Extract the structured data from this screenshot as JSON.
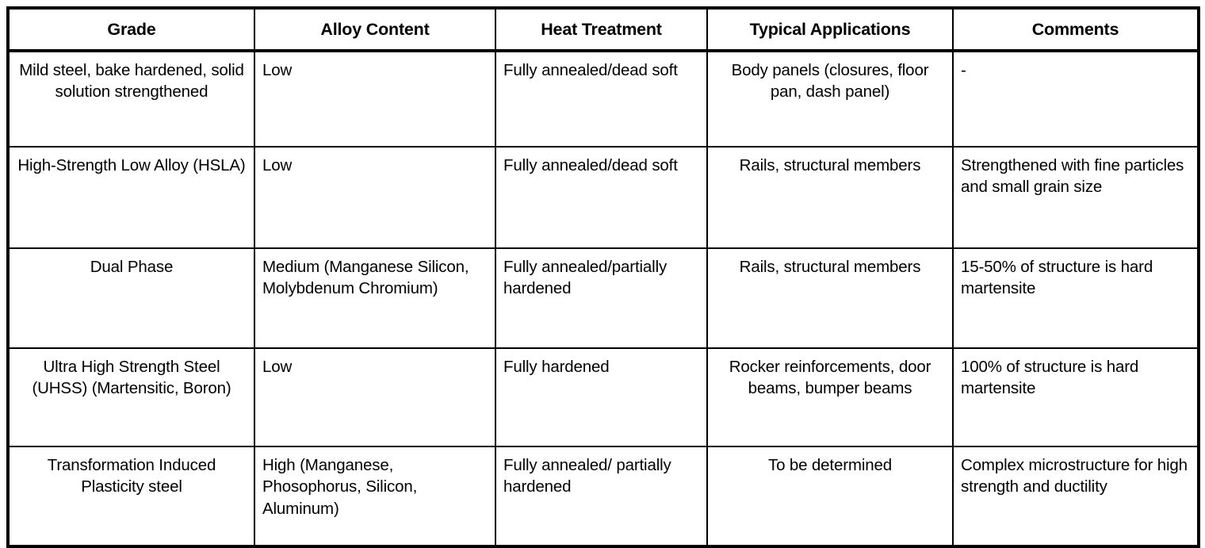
{
  "table": {
    "name": "steel-grade-comparison-table",
    "columns": [
      {
        "key": "grade",
        "label": "Grade"
      },
      {
        "key": "alloy",
        "label": "Alloy Content"
      },
      {
        "key": "heat",
        "label": "Heat Treatment"
      },
      {
        "key": "apps",
        "label": "Typical Applications"
      },
      {
        "key": "comments",
        "label": "Comments"
      }
    ],
    "rows": [
      {
        "grade": "Mild steel, bake hardened, solid solution strengthened",
        "alloy": "Low",
        "heat": "Fully annealed/dead soft",
        "apps": "Body panels (closures, floor pan, dash panel)",
        "comments": "-"
      },
      {
        "grade": "High-Strength Low Alloy (HSLA)",
        "alloy": "Low",
        "heat": "Fully annealed/dead soft",
        "apps": "Rails, structural members",
        "comments": "Strengthened with fine particles and small grain size"
      },
      {
        "grade": "Dual Phase",
        "alloy": "Medium (Manganese Silicon, Molybdenum Chromium)",
        "heat": "Fully annealed/partially hardened",
        "apps": "Rails, structural members",
        "comments": "15-50% of structure is hard martensite"
      },
      {
        "grade": "Ultra High Strength Steel (UHSS) (Martensitic, Boron)",
        "alloy": "Low",
        "heat": "Fully hardened",
        "apps": "Rocker reinforcements, door beams, bumper beams",
        "comments": "100% of structure is hard martensite"
      },
      {
        "grade": "Transformation Induced Plasticity steel",
        "alloy": "High (Manganese, Phosophorus, Silicon, Aluminum)",
        "heat": "Fully annealed/ partially hardened",
        "apps": "To be determined",
        "comments": "Complex microstructure for high strength and ductility"
      }
    ]
  },
  "style": {
    "border_color": "#000000",
    "background_color": "#ffffff",
    "text_color": "#000000"
  }
}
